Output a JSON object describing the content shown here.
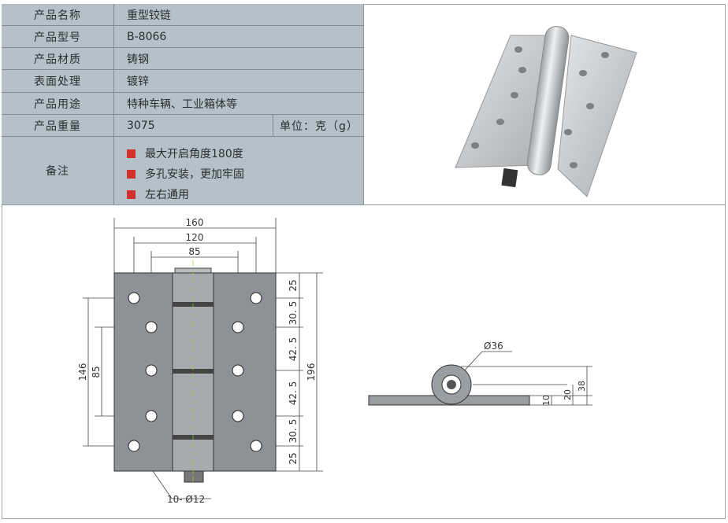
{
  "spec": {
    "rows": [
      {
        "label": "产品名称",
        "value": "重型铰链"
      },
      {
        "label": "产品型号",
        "value": "B-8066"
      },
      {
        "label": "产品材质",
        "value": "铸钢"
      },
      {
        "label": "表面处理",
        "value": "镀锌"
      },
      {
        "label": "产品用途",
        "value": "特种车辆、工业箱体等"
      },
      {
        "label": "产品重量",
        "value": "3075",
        "unit": "单位：克（g）"
      }
    ],
    "notes_label": "备注",
    "notes": [
      "最大开启角度180度",
      "多孔安装，更加牢固",
      "左右通用"
    ],
    "bullet_color": "#d2322b"
  },
  "drawing": {
    "front": {
      "width": "160",
      "hole_span_outer": "120",
      "hole_span_inner": "85",
      "height": "196",
      "hole_vspan_outer": "146",
      "hole_vspan_inner": "85",
      "v1": "25",
      "v2": "30. 5",
      "v3": "42. 5",
      "v4": "42. 5",
      "v5": "30. 5",
      "v6": "25",
      "holes": "10- Ø12"
    },
    "side": {
      "diameter": "Ø36",
      "t1": "10",
      "t2": "20",
      "t3": "38"
    }
  }
}
